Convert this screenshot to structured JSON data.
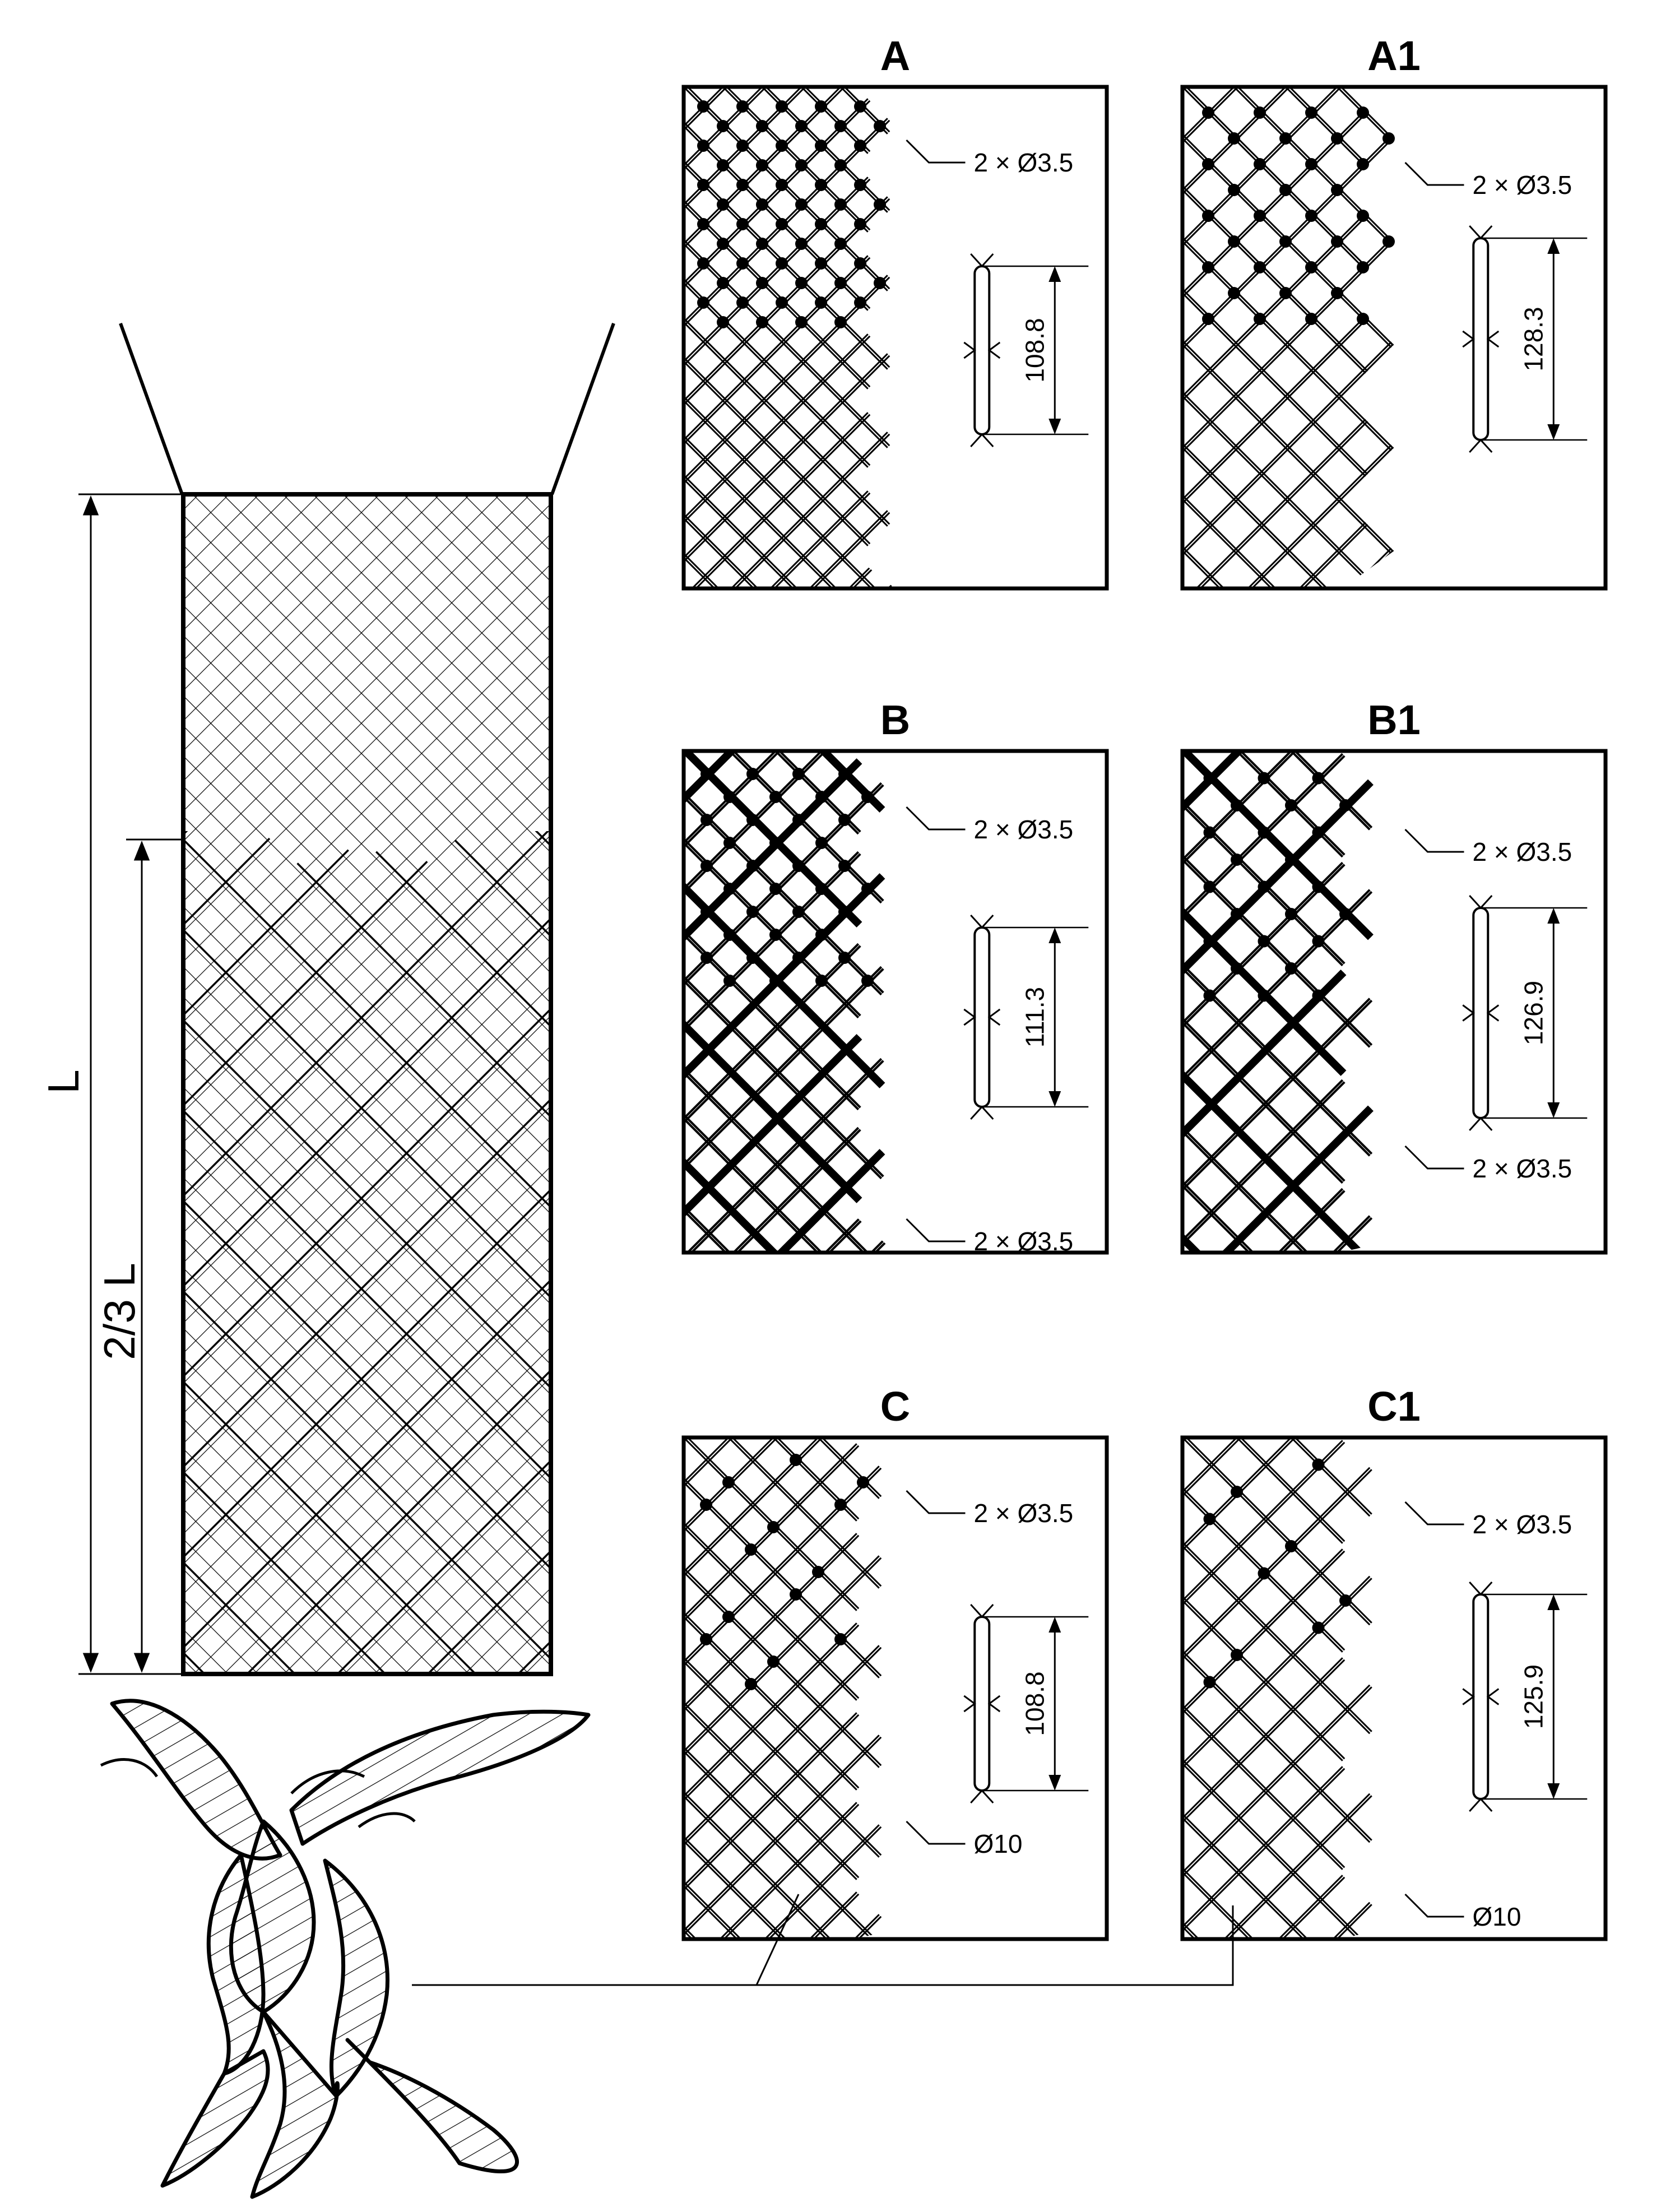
{
  "net": {
    "length_label": "L",
    "lower_section_label": "2/3 L"
  },
  "panels": [
    {
      "id": "A",
      "title": "A",
      "mesh_size": "108.8",
      "twine": "2 × Ø3.5"
    },
    {
      "id": "A1",
      "title": "A1",
      "mesh_size": "128.3",
      "twine": "2 × Ø3.5"
    },
    {
      "id": "B",
      "title": "B",
      "mesh_size": "111.3",
      "twine": "2 × Ø3.5",
      "twine_lower": "2 × Ø3.5"
    },
    {
      "id": "B1",
      "title": "B1",
      "mesh_size": "126.9",
      "twine": "2 × Ø3.5",
      "twine_lower": "2 × Ø3.5"
    },
    {
      "id": "C",
      "title": "C",
      "mesh_size": "108.8",
      "twine": "2 × Ø3.5",
      "rope": "Ø10"
    },
    {
      "id": "C1",
      "title": "C1",
      "mesh_size": "125.9",
      "twine": "2 × Ø3.5",
      "rope": "Ø10"
    }
  ]
}
